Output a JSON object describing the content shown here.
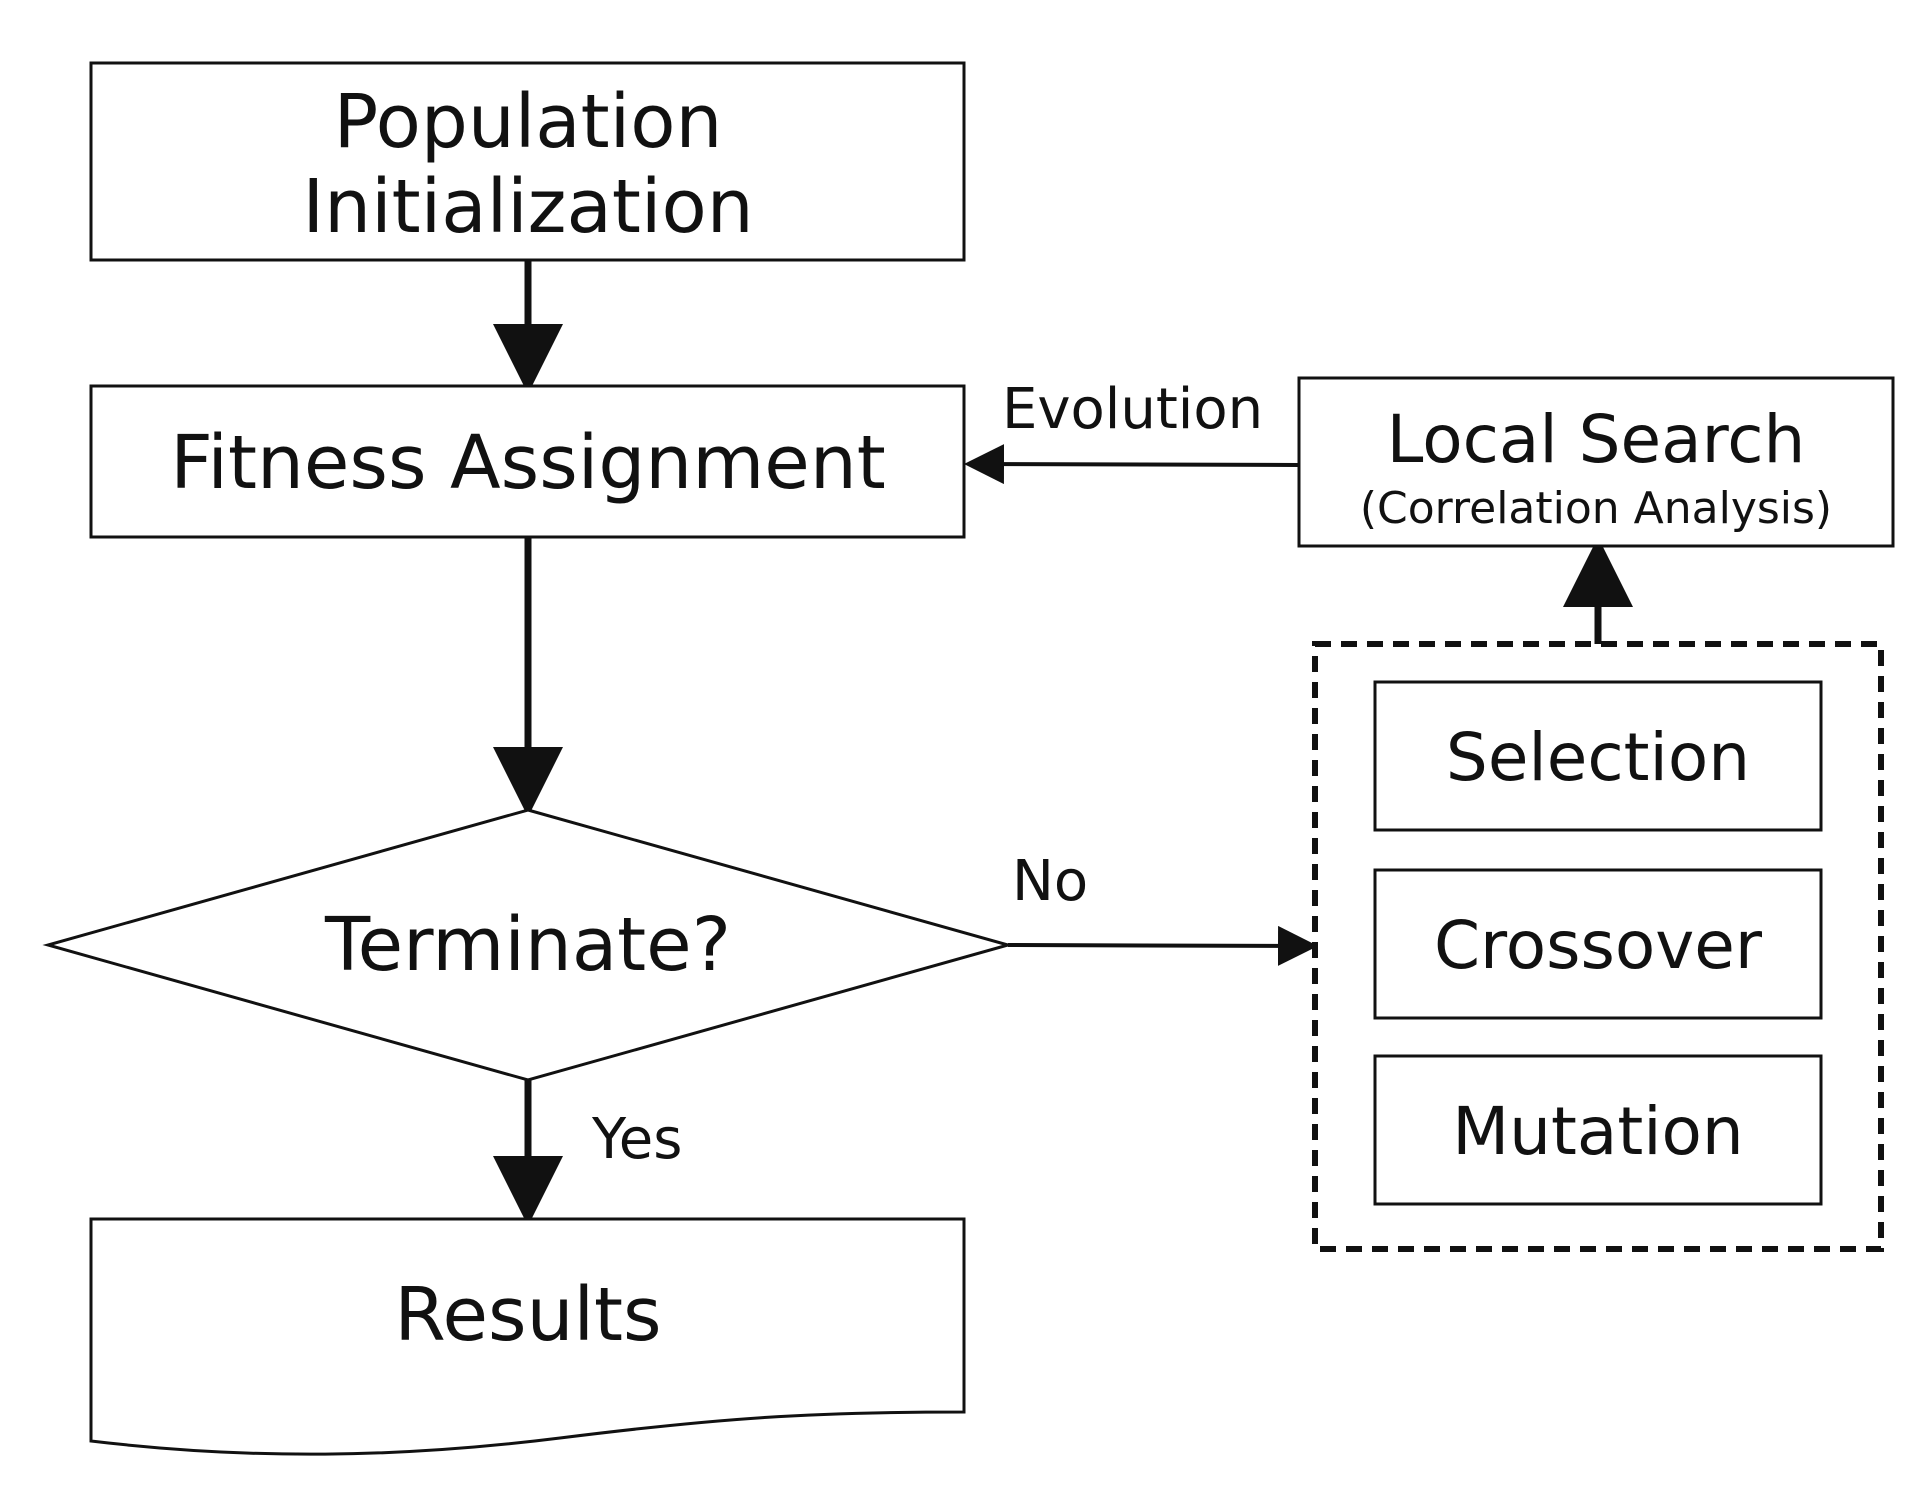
{
  "nodes": {
    "population_initialization": {
      "line1": "Population",
      "line2": "Initialization"
    },
    "fitness_assignment": {
      "label": "Fitness Assignment"
    },
    "terminate": {
      "label": "Terminate?"
    },
    "results": {
      "label": "Results"
    },
    "local_search": {
      "title": "Local Search",
      "subtitle": "(Correlation Analysis)"
    },
    "operators": {
      "selection": "Selection",
      "crossover": "Crossover",
      "mutation": "Mutation"
    }
  },
  "edge_labels": {
    "evolution": "Evolution",
    "no": "No",
    "yes": "Yes"
  }
}
